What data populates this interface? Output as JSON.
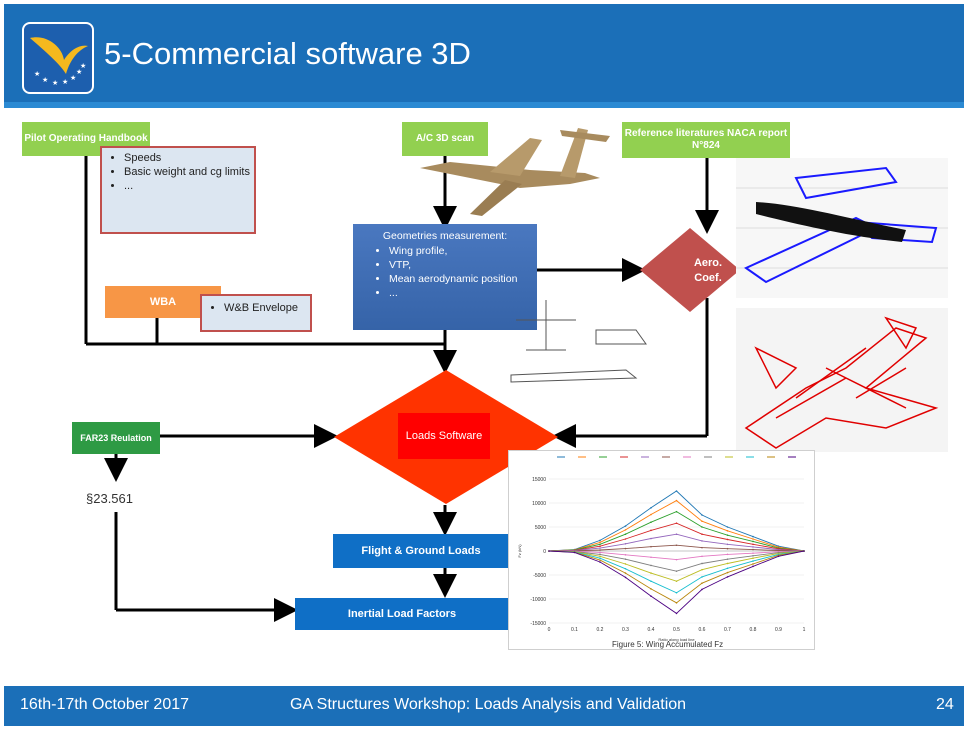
{
  "slide": {
    "title": "5-Commercial software 3D",
    "footer": {
      "date": "16th-17th October 2017",
      "event": "GA Structures Workshop: Loads Analysis and Validation",
      "page": "24"
    }
  },
  "colors": {
    "header": "#1b6fb8",
    "green_box": "#92d050",
    "orange_box": "#f79646",
    "blue_box": "#0f6fc6",
    "decision": "#ff3300",
    "aero": "#c0504d"
  },
  "diagram": {
    "pilot_handbook": "Pilot Operating Handbook",
    "pilot_notes": [
      "Speeds",
      "Basic weight and cg limits",
      "..."
    ],
    "ac_scan": "A/C 3D scan",
    "references": "Reference literatures NACA report N°824",
    "geometry_title": "Geometries measurement:",
    "geometry_items": [
      "Wing profile,",
      "VTP,",
      "Mean aerodynamic position",
      "..."
    ],
    "aero": "Aero. Coef.",
    "wba": "WBA",
    "wb_envelope": "W&B Envelope",
    "loads_software": "Loads Software",
    "far23": "FAR23 Reulation",
    "section": "§23.561",
    "flight_ground": "Flight & Ground Loads",
    "inertial": "Inertial Load Factors"
  },
  "figure": {
    "caption": "Figure 5: Wing Accumulated Fz",
    "xlabel": "Ratio along load line",
    "ylabel": "Fz (kN)"
  },
  "chart_data": {
    "type": "line",
    "title": "",
    "xlabel": "Ratio along load line",
    "ylabel": "Fz (kN)",
    "xlim": [
      0,
      1
    ],
    "ylim": [
      -15000,
      15000
    ],
    "xticks": [
      "0",
      "0.1",
      "0.2",
      "0.3",
      "0.4",
      "0.5",
      "0.6",
      "0.7",
      "0.8",
      "0.9",
      "1"
    ],
    "yticks": [
      "15000",
      "10000",
      "5000",
      "0",
      "-5000",
      "-10000",
      "-15000"
    ],
    "x": [
      0,
      0.1,
      0.2,
      0.3,
      0.4,
      0.5,
      0.6,
      0.7,
      0.8,
      0.9,
      1
    ],
    "series": [
      {
        "values": [
          0,
          300,
          2200,
          5200,
          9000,
          12500,
          7500,
          5000,
          3000,
          1000,
          0
        ]
      },
      {
        "values": [
          0,
          250,
          1800,
          4400,
          7600,
          10500,
          6200,
          4200,
          2500,
          800,
          0
        ]
      },
      {
        "values": [
          0,
          200,
          1400,
          3500,
          6000,
          8200,
          5000,
          3300,
          2000,
          600,
          0
        ]
      },
      {
        "values": [
          0,
          150,
          1000,
          2500,
          4300,
          5800,
          3500,
          2400,
          1400,
          450,
          0
        ]
      },
      {
        "values": [
          0,
          100,
          600,
          1500,
          2600,
          3500,
          2100,
          1400,
          850,
          280,
          0
        ]
      },
      {
        "values": [
          0,
          50,
          200,
          500,
          900,
          1200,
          700,
          480,
          300,
          100,
          0
        ]
      },
      {
        "values": [
          0,
          -50,
          -300,
          -800,
          -1300,
          -1800,
          -1100,
          -700,
          -450,
          -150,
          0
        ]
      },
      {
        "values": [
          0,
          -100,
          -700,
          -1700,
          -3000,
          -4200,
          -2600,
          -1700,
          -1000,
          -330,
          0
        ]
      },
      {
        "values": [
          0,
          -150,
          -1100,
          -2700,
          -4600,
          -6300,
          -3900,
          -2600,
          -1500,
          -500,
          0
        ]
      },
      {
        "values": [
          0,
          -200,
          -1500,
          -3700,
          -6300,
          -8700,
          -5400,
          -3600,
          -2100,
          -700,
          0
        ]
      },
      {
        "values": [
          0,
          -250,
          -1900,
          -4600,
          -7900,
          -10800,
          -6700,
          -4500,
          -2700,
          -900,
          0
        ]
      },
      {
        "values": [
          0,
          -300,
          -2300,
          -5500,
          -9400,
          -13000,
          -8000,
          -5400,
          -3200,
          -1100,
          0
        ]
      }
    ]
  }
}
